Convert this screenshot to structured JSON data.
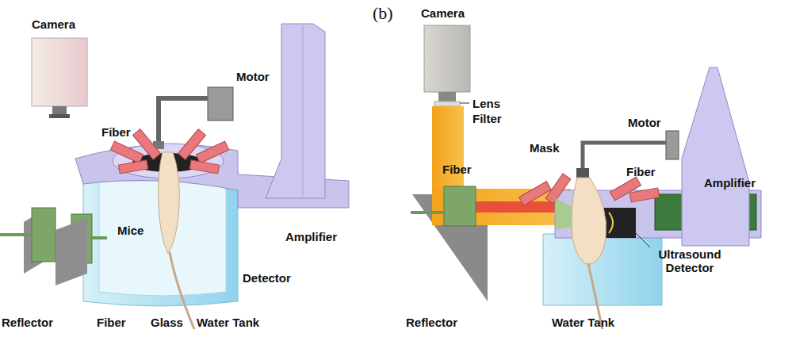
{
  "diagram": {
    "labels": [
      "(b)",
      "Camera",
      "Motor",
      "Fiber",
      "Mice",
      "Amplifier",
      "Detector",
      "Reflector",
      "Fiber",
      "Glass",
      "Water Tank",
      "Camera",
      "Lens",
      "Filter",
      "Mask",
      "Fiber",
      "Motor",
      "Fiber",
      "Amplifier",
      "Ultrasound Detector",
      "Reflector",
      "Water Tank"
    ]
  }
}
